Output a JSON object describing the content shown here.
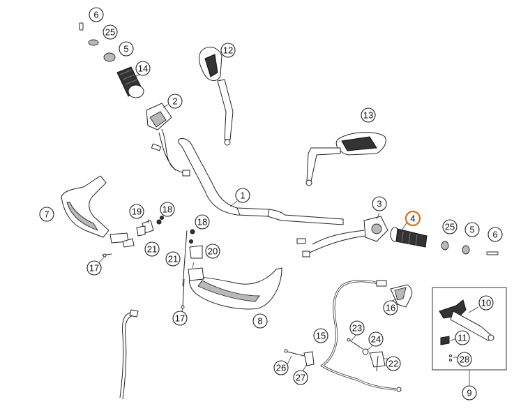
{
  "colors": {
    "line": "#222222",
    "highlight": "#e06a1a",
    "background": "#ffffff"
  },
  "callouts": [
    {
      "id": "c6a",
      "label": "6"
    },
    {
      "id": "c25a",
      "label": "25"
    },
    {
      "id": "c5a",
      "label": "5"
    },
    {
      "id": "c14",
      "label": "14"
    },
    {
      "id": "c2",
      "label": "2"
    },
    {
      "id": "c12",
      "label": "12"
    },
    {
      "id": "c13",
      "label": "13"
    },
    {
      "id": "c1",
      "label": "1"
    },
    {
      "id": "c3",
      "label": "3"
    },
    {
      "id": "c4",
      "label": "4",
      "highlighted": true
    },
    {
      "id": "c25b",
      "label": "25"
    },
    {
      "id": "c5b",
      "label": "5"
    },
    {
      "id": "c6b",
      "label": "6"
    },
    {
      "id": "c7",
      "label": "7"
    },
    {
      "id": "c19",
      "label": "19"
    },
    {
      "id": "c18a",
      "label": "18"
    },
    {
      "id": "c18b",
      "label": "18"
    },
    {
      "id": "c21a",
      "label": "21"
    },
    {
      "id": "c20",
      "label": "20"
    },
    {
      "id": "c21b",
      "label": "21"
    },
    {
      "id": "c17a",
      "label": "17"
    },
    {
      "id": "c17b",
      "label": "17"
    },
    {
      "id": "c8",
      "label": "8"
    },
    {
      "id": "c16",
      "label": "16"
    },
    {
      "id": "c10",
      "label": "10"
    },
    {
      "id": "c11",
      "label": "11"
    },
    {
      "id": "c28",
      "label": "28"
    },
    {
      "id": "c9",
      "label": "9"
    },
    {
      "id": "c15",
      "label": "15"
    },
    {
      "id": "c23",
      "label": "23"
    },
    {
      "id": "c24",
      "label": "24"
    },
    {
      "id": "c22",
      "label": "22"
    },
    {
      "id": "c26",
      "label": "26"
    },
    {
      "id": "c27",
      "label": "27"
    }
  ]
}
